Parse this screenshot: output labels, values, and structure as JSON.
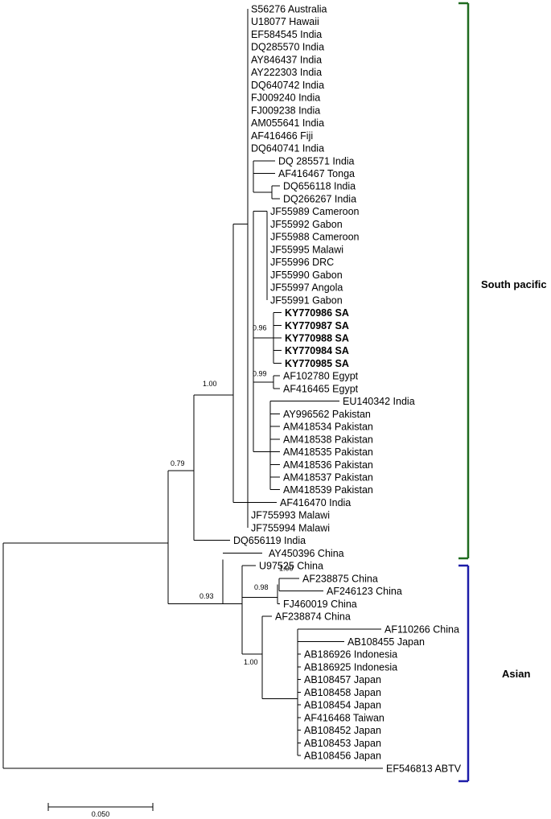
{
  "tree": {
    "taxa": [
      {
        "label": "S56276 Australia"
      },
      {
        "label": "U18077 Hawaii"
      },
      {
        "label": "EF584545 India"
      },
      {
        "label": "DQ285570 India"
      },
      {
        "label": "AY846437 India"
      },
      {
        "label": "AY222303 India"
      },
      {
        "label": "DQ640742 India"
      },
      {
        "label": "FJ009240 India"
      },
      {
        "label": "FJ009238 India"
      },
      {
        "label": "AM055641 India"
      },
      {
        "label": "AF416466 Fiji"
      },
      {
        "label": "DQ640741 India"
      },
      {
        "label": "DQ 285571 India"
      },
      {
        "label": "AF416467 Tonga"
      },
      {
        "label": "DQ656118 India"
      },
      {
        "label": "DQ266267 India"
      },
      {
        "label": "JF55989 Cameroon"
      },
      {
        "label": "JF55992 Gabon"
      },
      {
        "label": "JF55988 Cameroon"
      },
      {
        "label": "JF55995 Malawi"
      },
      {
        "label": "JF55996 DRC"
      },
      {
        "label": "JF55990 Gabon"
      },
      {
        "label": "JF55997 Angola"
      },
      {
        "label": "JF55991 Gabon"
      },
      {
        "label": "KY770986 SA",
        "bold": true
      },
      {
        "label": "KY770987 SA",
        "bold": true
      },
      {
        "label": "KY770988 SA",
        "bold": true
      },
      {
        "label": "KY770984 SA",
        "bold": true
      },
      {
        "label": "KY770985 SA",
        "bold": true
      },
      {
        "label": "AF102780 Egypt"
      },
      {
        "label": "AF416465 Egypt"
      },
      {
        "label": "EU140342 India"
      },
      {
        "label": "AY996562 Pakistan"
      },
      {
        "label": "AM418534 Pakistan"
      },
      {
        "label": "AM418538 Pakistan"
      },
      {
        "label": "AM418535 Pakistan"
      },
      {
        "label": "AM418536 Pakistan"
      },
      {
        "label": "AM418537 Pakistan"
      },
      {
        "label": "AM418539 Pakistan"
      },
      {
        "label": "AF416470 India"
      },
      {
        "label": "JF755993 Malawi"
      },
      {
        "label": "JF755994 Malawi"
      },
      {
        "label": "DQ656119 India"
      },
      {
        "label": "AY450396 China"
      },
      {
        "label": "U97525 China"
      },
      {
        "label": "AF238875 China"
      },
      {
        "label": "AF246123 China"
      },
      {
        "label": "FJ460019 China"
      },
      {
        "label": "AF238874 China"
      },
      {
        "label": "AF110266 China"
      },
      {
        "label": "AB108455 Japan"
      },
      {
        "label": "AB186926 Indonesia"
      },
      {
        "label": "AB186925 Indonesia"
      },
      {
        "label": "AB108457 Japan"
      },
      {
        "label": "AB108458 Japan"
      },
      {
        "label": "AB108454 Japan"
      },
      {
        "label": "AF416468 Taiwan"
      },
      {
        "label": "AB108452 Japan"
      },
      {
        "label": "AB108453 Japan"
      },
      {
        "label": "AB108456 Japan"
      },
      {
        "label": "EF546813 ABTV"
      }
    ],
    "support_values": [
      "1.00",
      "0.79",
      "0.96",
      "0.99",
      "0.93",
      "0.98",
      "1.00",
      "1.00"
    ],
    "groups": [
      {
        "label": "South pacific",
        "color": "#1f6b1f"
      },
      {
        "label": "Asian",
        "color": "#1c1ca8"
      }
    ],
    "scale_bar": {
      "label": "0.050",
      "value": 0.05
    }
  }
}
